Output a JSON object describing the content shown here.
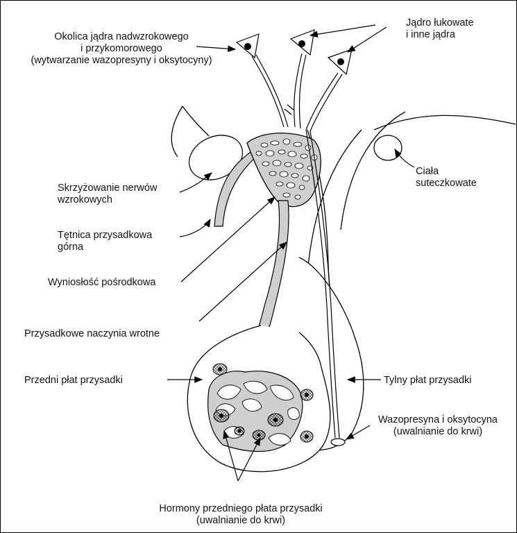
{
  "labels": {
    "paraventricular": [
      "Okolica jądra nadwzrokowego",
      "i przykomorowego",
      "(wytwarzanie wazopresyny i oksytocyny)"
    ],
    "arcuate": [
      "Jądro łukowate",
      "i inne jądra"
    ],
    "mammillary": [
      "Ciała",
      "suteczkowate"
    ],
    "chiasm": [
      "Skrzyżowanie nerwów",
      "wzrokowych"
    ],
    "artery": [
      "Tętnica przysadkowa",
      "górna"
    ],
    "median_eminence": [
      "Wyniosłość pośrodkowa"
    ],
    "portal_vessels": [
      "Przysadkowe naczynia wrotne"
    ],
    "anterior_lobe": [
      "Przedni płat przysadki"
    ],
    "posterior_lobe": [
      "Tylny płat przysadki"
    ],
    "vasopressin_release": [
      "Wazopresyna i oksytocyna",
      "(uwalnianie do krwi)"
    ],
    "anterior_hormones": [
      "Hormony przedniego płata przysadki",
      "(uwalnianie do krwi)"
    ]
  }
}
